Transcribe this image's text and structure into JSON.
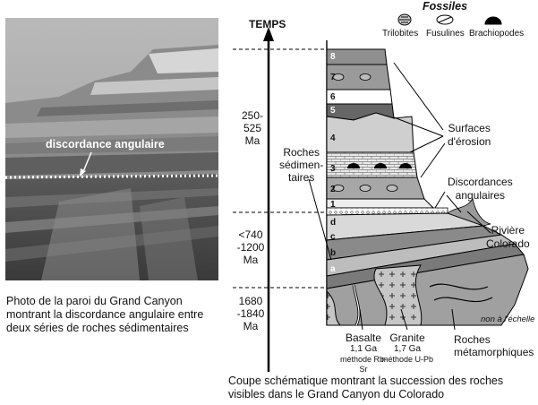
{
  "photo": {
    "label": "discordance angulaire",
    "caption": "Photo de la paroi du Grand Canyon montrant la discordance angulaire entre deux séries de roches sédimentaires"
  },
  "diagram": {
    "time_axis_title": "TEMPS",
    "time_labels": [
      {
        "line1": "250-",
        "line2": "525",
        "line3": "Ma"
      },
      {
        "line1": "<740",
        "line2": "-1200",
        "line3": "Ma"
      },
      {
        "line1": "1680",
        "line2": "-1840",
        "line3": "Ma"
      }
    ],
    "fossils": {
      "title": "Fossiles",
      "items": [
        "Trilobites",
        "Fusulines",
        "Brachiopodes"
      ]
    },
    "layer_numbers": [
      "8",
      "7",
      "6",
      "5",
      "4",
      "3",
      "2",
      "1",
      "d",
      "c",
      "b",
      "a"
    ],
    "labels": {
      "roches_sedimentaires": [
        "Roches",
        "sédimen-",
        "taires"
      ],
      "surfaces_erosion": [
        "Surfaces",
        "d'érosion"
      ],
      "discordances": [
        "Discordances",
        "angulaires"
      ],
      "riviere": [
        "Rivière",
        "Colorado"
      ],
      "scale_note": "non à l'échelle",
      "basalte": {
        "name": "Basalte",
        "age": "1,1 Ga",
        "method": "méthode Rb-Sr"
      },
      "granite": {
        "name": "Granite",
        "age": "1,7 Ga",
        "method": "méthode U-Pb"
      },
      "metamorphiques": [
        "Roches",
        "métamorphiques"
      ]
    },
    "caption": "Coupe schématique montrant la succession des roches visibles dans le Grand Canyon du Colorado"
  }
}
